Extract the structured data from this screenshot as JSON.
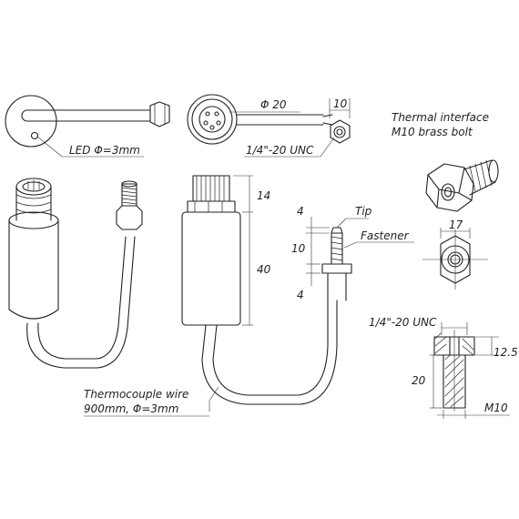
{
  "labels": {
    "led": "LED Φ=3mm",
    "phi20": "Φ 20",
    "dim10_top": "10",
    "unc_top": "1/4\"-20 UNC",
    "thermal_line1": "Thermal interface",
    "thermal_line2": "M10 brass bolt",
    "dim14": "14",
    "dim40": "40",
    "dim4_top": "4",
    "dim10_mid": "10",
    "dim4_bot": "4",
    "tip": "Tip",
    "fastener": "Fastener",
    "dim17": "17",
    "unc_bottom": "1/4\"-20 UNC",
    "dim12_5": "12.5",
    "dim20": "20",
    "m10": "M10",
    "wire_line1": "Thermocouple wire",
    "wire_line2": "900mm, Φ=3mm"
  }
}
